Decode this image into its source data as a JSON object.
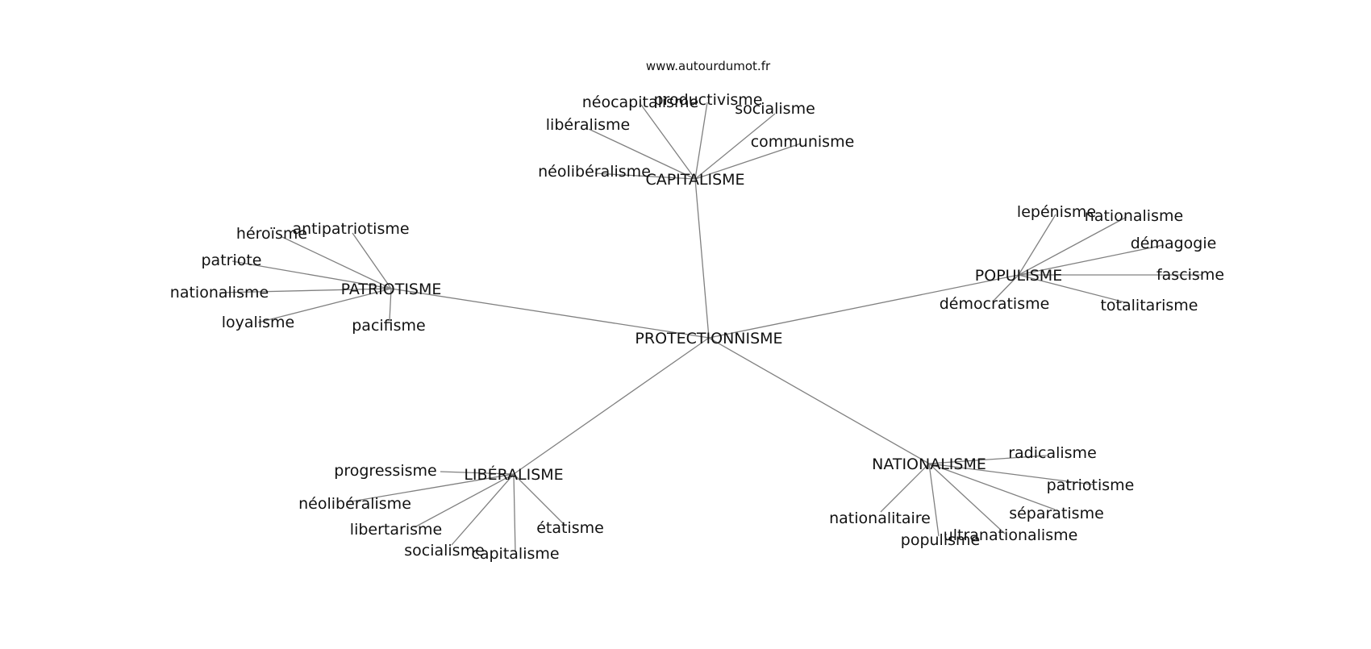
{
  "watermark": "www.autourdumot.fr",
  "root": {
    "label": "PROTECTIONNISME"
  },
  "hubs": [
    {
      "label": "CAPITALISME",
      "leaves": [
        "néocapitalisme",
        "productivisme",
        "socialisme",
        "libéralisme",
        "communisme",
        "néolibéralisme"
      ]
    },
    {
      "label": "PATRIOTISME",
      "leaves": [
        "héroïsme",
        "antipatriotisme",
        "patriote",
        "nationalisme",
        "loyalisme",
        "pacifisme"
      ]
    },
    {
      "label": "POPULISME",
      "leaves": [
        "lepénisme",
        "nationalisme",
        "démagogie",
        "fascisme",
        "totalitarisme",
        "démocratisme"
      ]
    },
    {
      "label": "LIBÉRALISME",
      "leaves": [
        "progressisme",
        "néolibéralisme",
        "libertarisme",
        "socialisme",
        "capitalisme",
        "étatisme"
      ]
    },
    {
      "label": "NATIONALISME",
      "leaves": [
        "radicalisme",
        "patriotisme",
        "séparatisme",
        "nationalitaire",
        "populisme",
        "ultranationalisme"
      ]
    }
  ]
}
